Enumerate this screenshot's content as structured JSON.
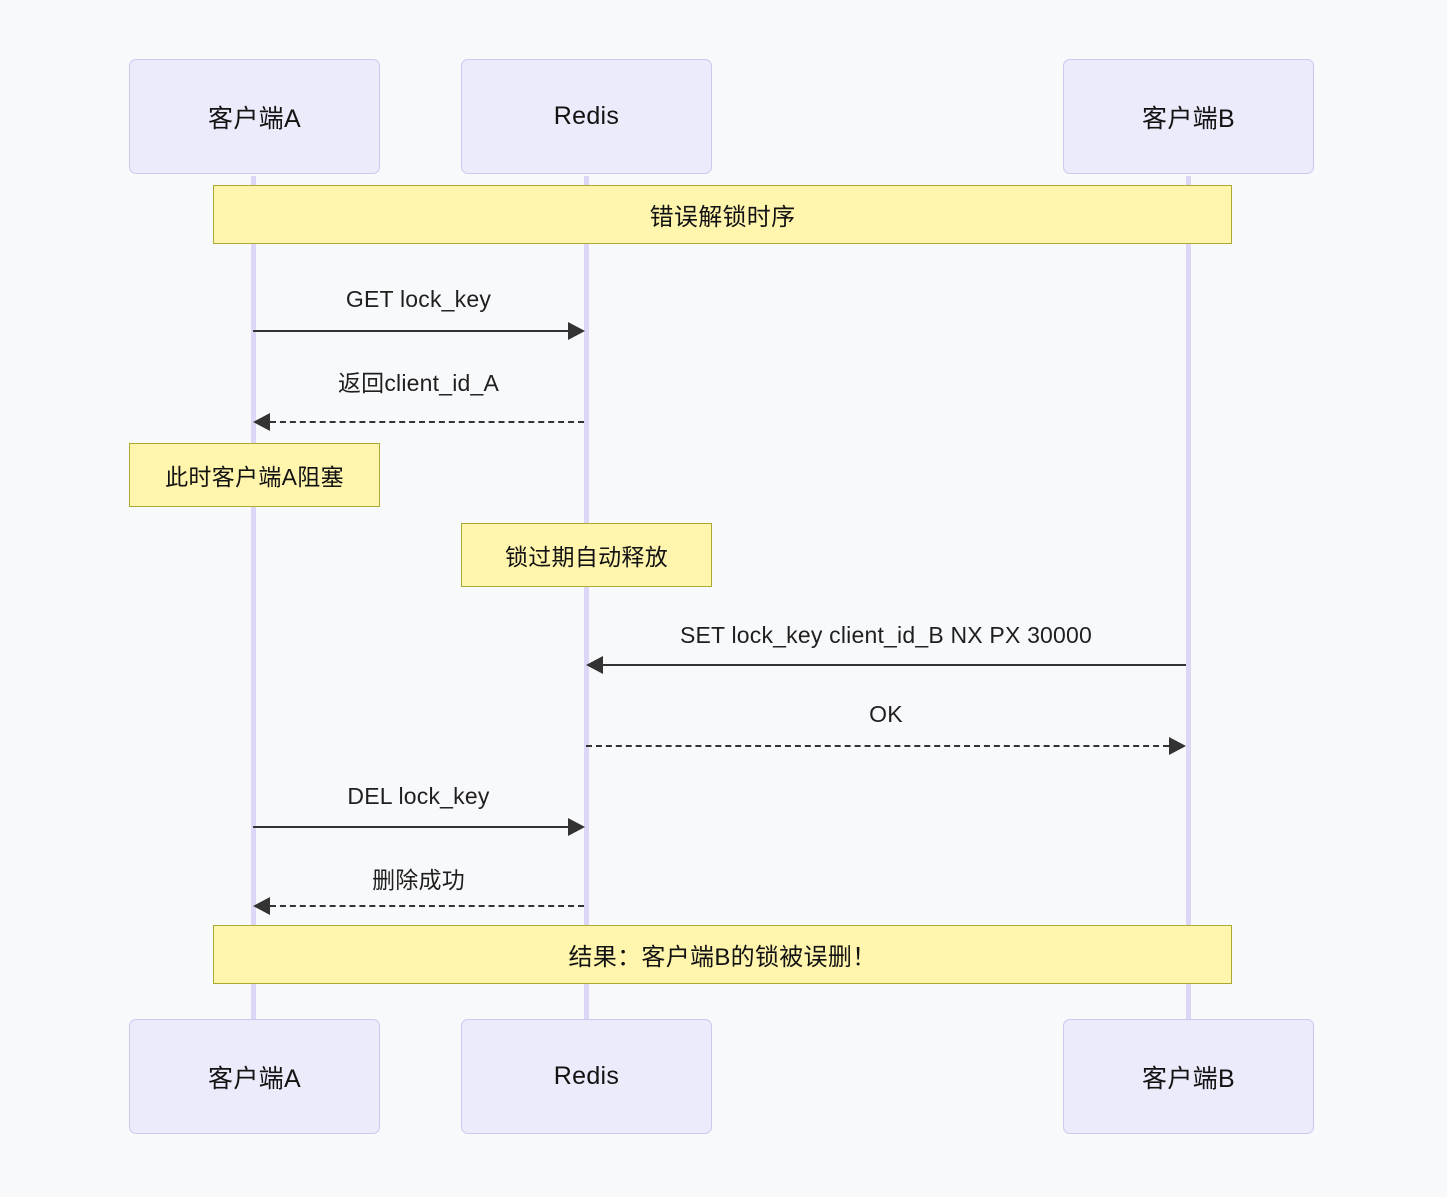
{
  "diagram": {
    "type": "sequence-diagram",
    "title_note": "错误解锁时序",
    "result_note": "结果：客户端B的锁被误删！",
    "background_color": "#f8f9fb",
    "actor_fill": "#ecebfb",
    "actor_border": "#ccc8f0",
    "lifeline_color": "#dcd6f7",
    "note_fill": "#fff5ad",
    "note_border": "#aaaa33",
    "line_color": "#333333"
  },
  "actors": [
    {
      "id": "client-a",
      "label": "客户端A"
    },
    {
      "id": "redis",
      "label": "Redis"
    },
    {
      "id": "client-b",
      "label": "客户端B"
    }
  ],
  "actors_bottom": [
    {
      "id": "client-a",
      "label": "客户端A"
    },
    {
      "id": "redis",
      "label": "Redis"
    },
    {
      "id": "client-b",
      "label": "客户端B"
    }
  ],
  "messages": [
    {
      "id": "m1",
      "label": "GET lock_key",
      "from": "client-a",
      "to": "redis",
      "style": "solid",
      "direction": "right"
    },
    {
      "id": "m2",
      "label": "返回client_id_A",
      "from": "redis",
      "to": "client-a",
      "style": "dashed",
      "direction": "left"
    },
    {
      "id": "m3",
      "label": "SET lock_key client_id_B NX PX 30000",
      "from": "client-b",
      "to": "redis",
      "style": "solid",
      "direction": "left"
    },
    {
      "id": "m4",
      "label": "OK",
      "from": "redis",
      "to": "client-b",
      "style": "dashed",
      "direction": "right"
    },
    {
      "id": "m5",
      "label": "DEL lock_key",
      "from": "client-a",
      "to": "redis",
      "style": "solid",
      "direction": "right"
    },
    {
      "id": "m6",
      "label": "删除成功",
      "from": "redis",
      "to": "client-a",
      "style": "dashed",
      "direction": "left"
    }
  ],
  "notes": [
    {
      "id": "n1",
      "label": "此时客户端A阻塞",
      "over": "client-a"
    },
    {
      "id": "n2",
      "label": "锁过期自动释放",
      "over": "redis"
    }
  ]
}
